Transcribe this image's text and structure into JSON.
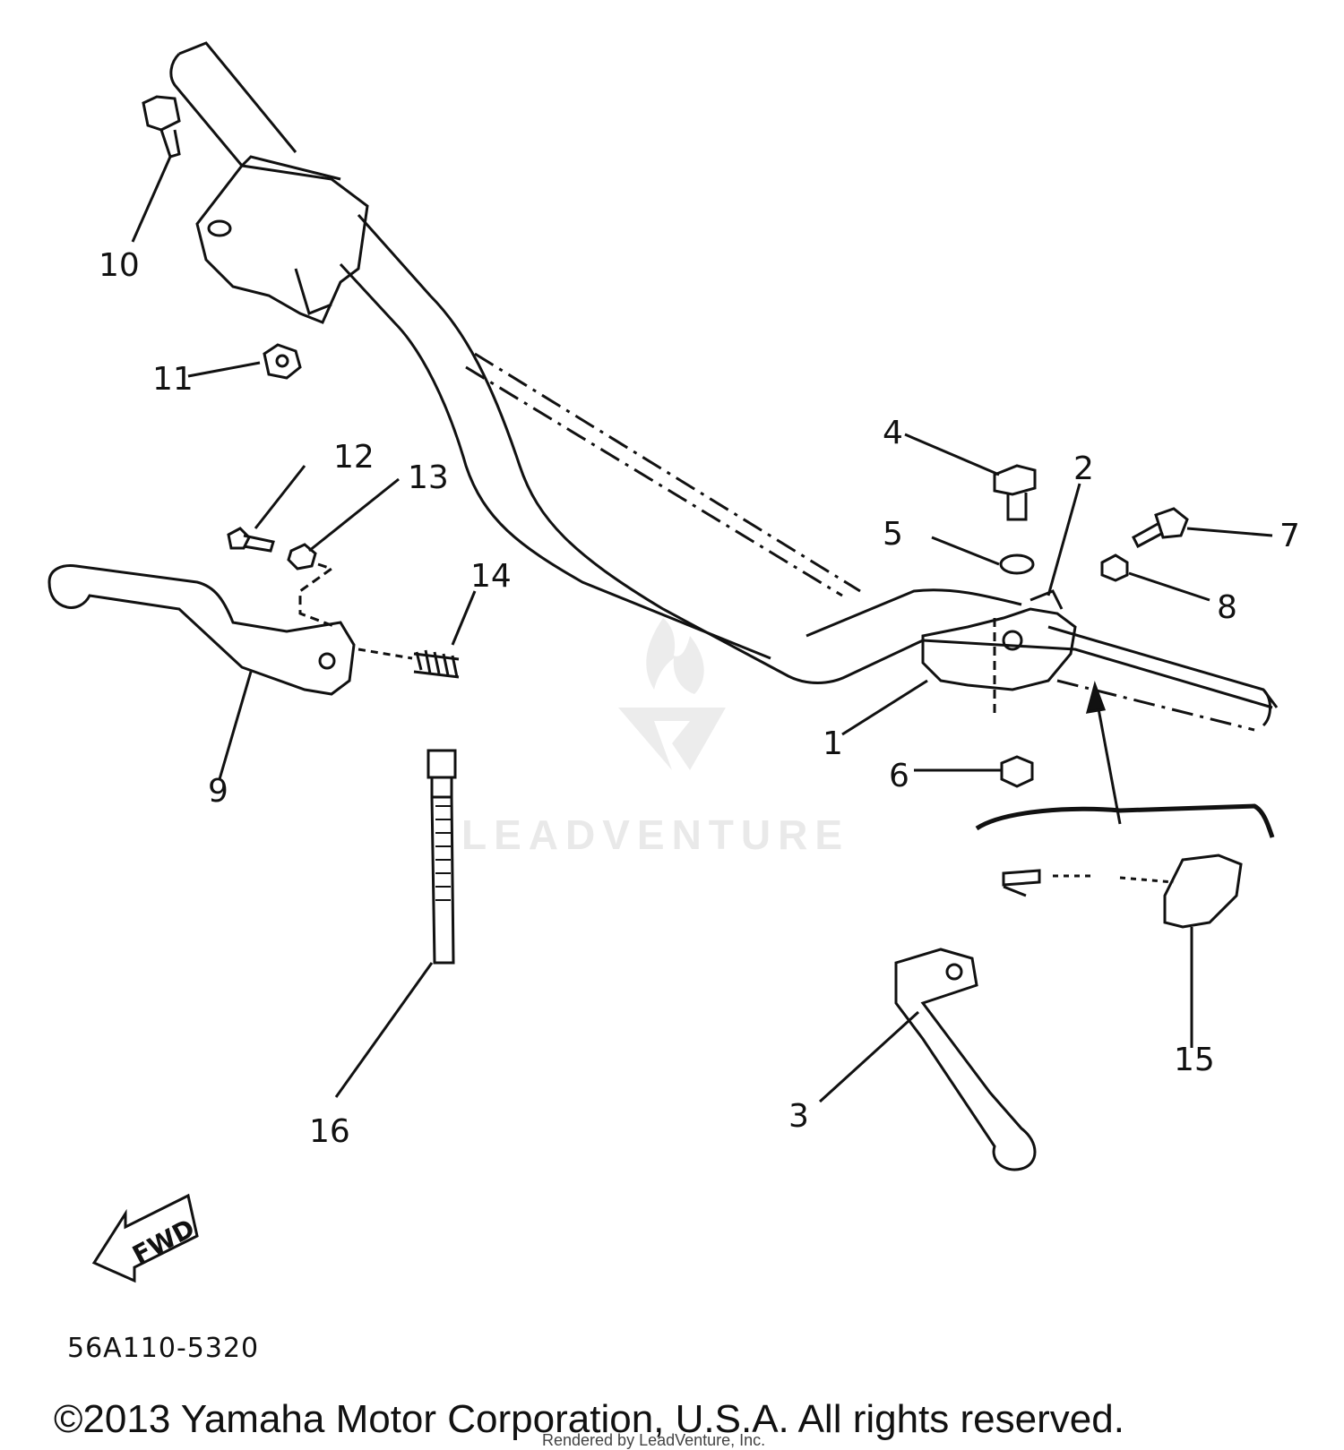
{
  "diagram": {
    "callouts": [
      {
        "id": "1",
        "label": "1"
      },
      {
        "id": "2",
        "label": "2"
      },
      {
        "id": "3",
        "label": "3"
      },
      {
        "id": "4",
        "label": "4"
      },
      {
        "id": "5",
        "label": "5"
      },
      {
        "id": "6",
        "label": "6"
      },
      {
        "id": "7",
        "label": "7"
      },
      {
        "id": "8",
        "label": "8"
      },
      {
        "id": "9",
        "label": "9"
      },
      {
        "id": "10",
        "label": "10"
      },
      {
        "id": "11",
        "label": "11"
      },
      {
        "id": "12",
        "label": "12"
      },
      {
        "id": "13",
        "label": "13"
      },
      {
        "id": "14",
        "label": "14"
      },
      {
        "id": "15",
        "label": "15"
      },
      {
        "id": "16",
        "label": "16"
      }
    ],
    "fwd_label": "FWD",
    "part_code": "56A110-5320"
  },
  "watermark": {
    "brand": "LEADVENTURE"
  },
  "footer": {
    "copyright": "©2013 Yamaha Motor Corporation, U.S.A. All rights reserved.",
    "rendered_by": "Rendered by LeadVenture, Inc."
  }
}
